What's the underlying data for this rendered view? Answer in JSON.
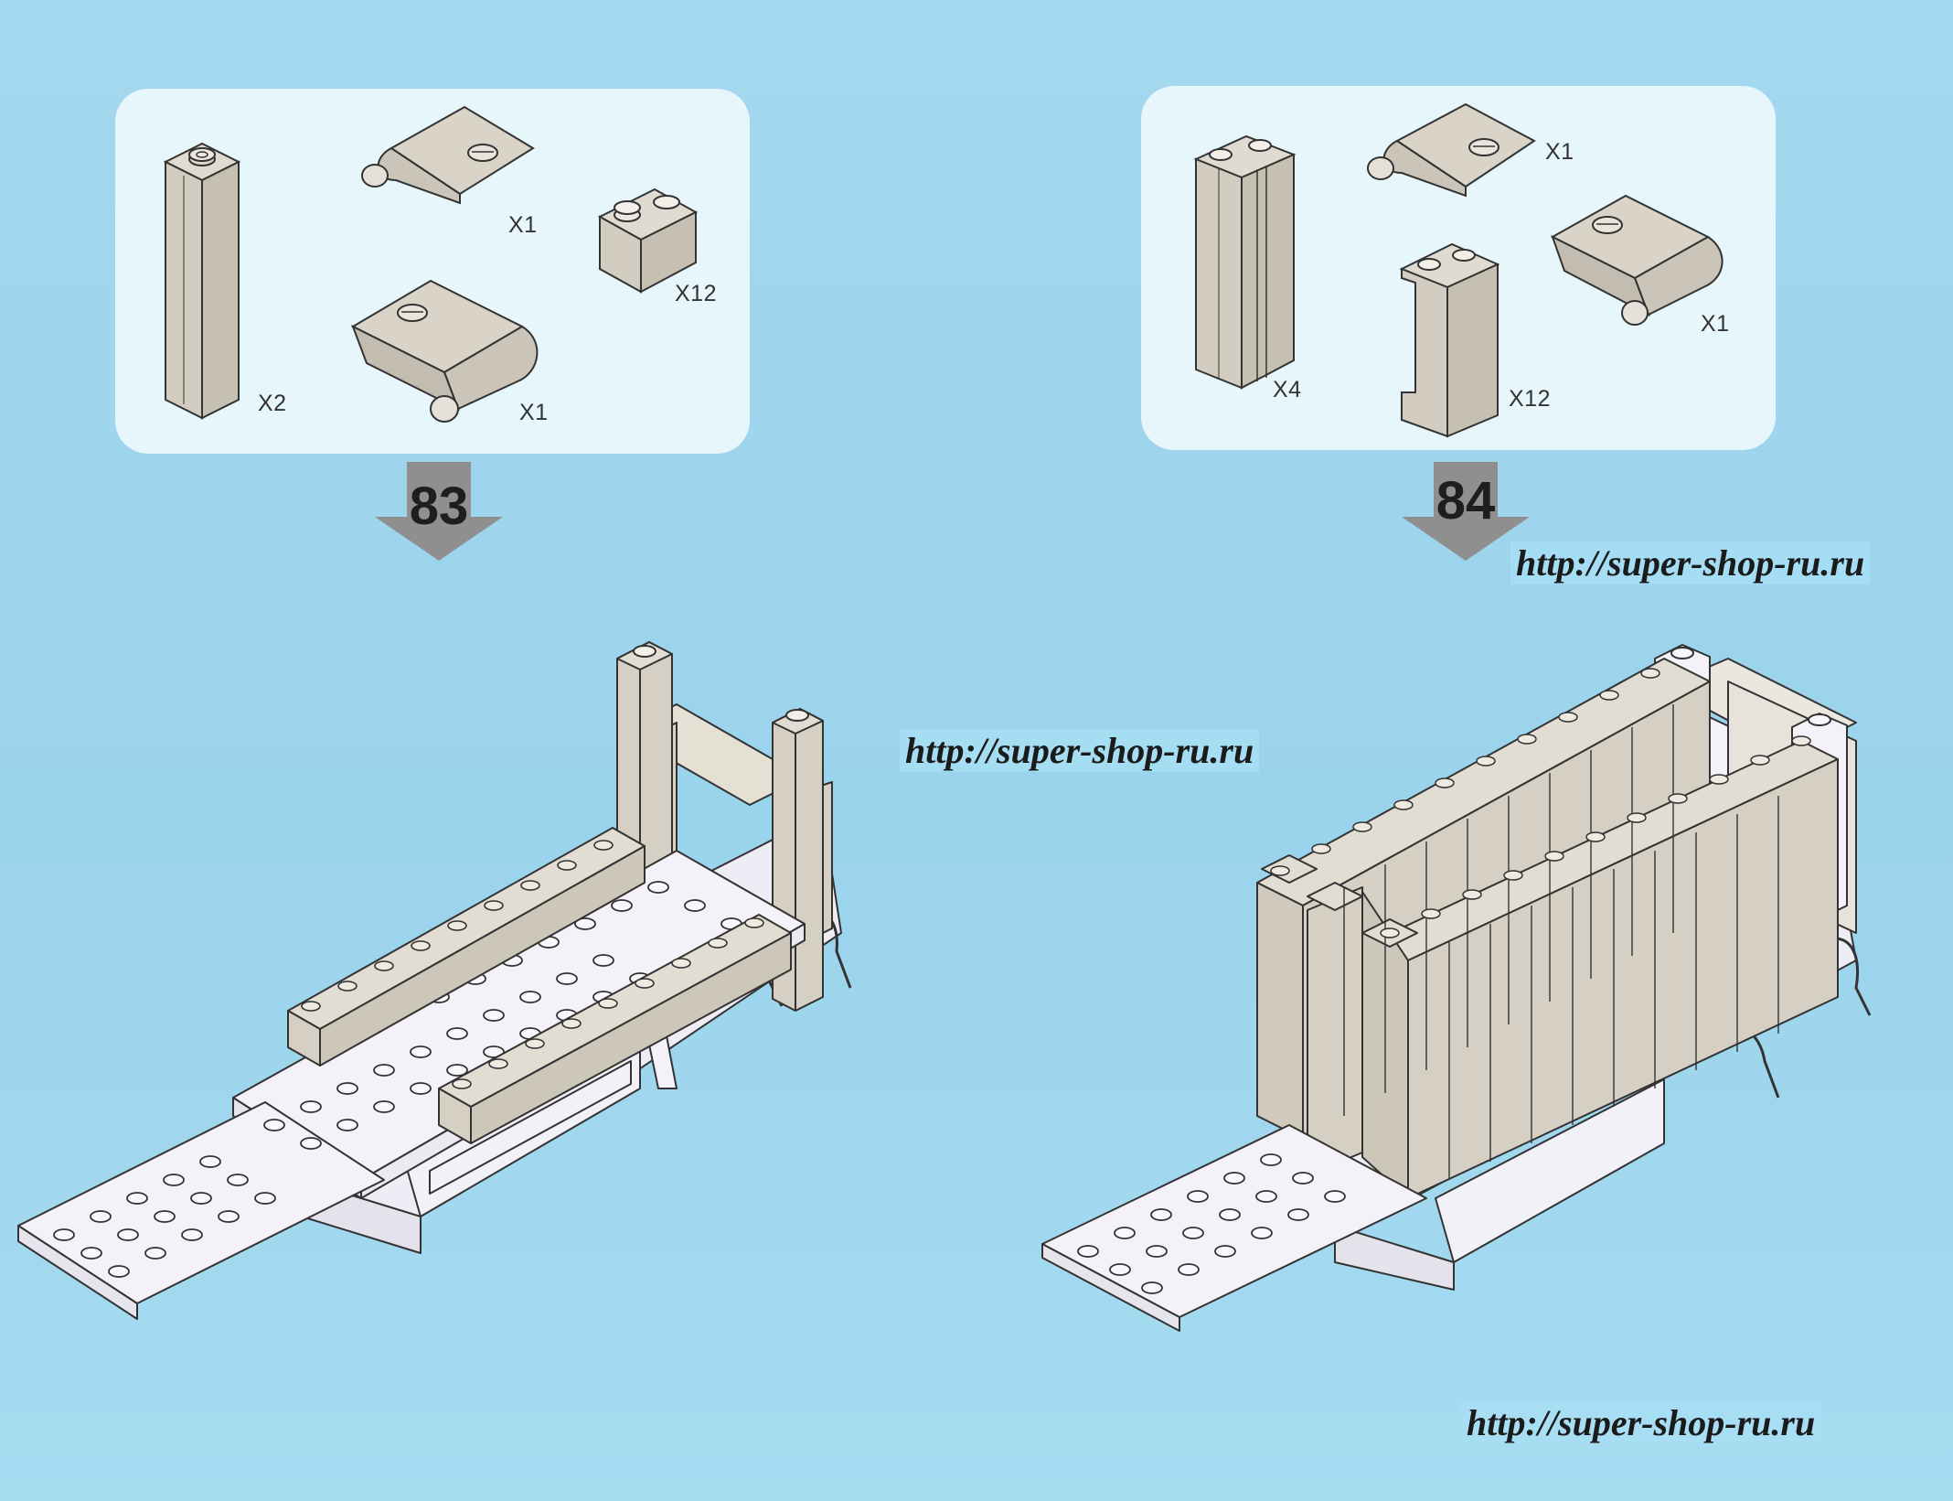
{
  "colors": {
    "background": "#9ad3ec",
    "panel": "#e6f6fb",
    "brick_tan": "#d6d0c4",
    "brick_white": "#f6f4fa",
    "outline": "#3a3a3a",
    "arrow": "#8f8f8f"
  },
  "steps": [
    {
      "number": "83",
      "parts": [
        {
          "icon": "tall-column-brick-icon",
          "qty": "X2"
        },
        {
          "icon": "hinge-plate-icon",
          "qty": "X1"
        },
        {
          "icon": "hinge-plate-curved-icon",
          "qty": "X1"
        },
        {
          "icon": "1x2-brick-icon",
          "qty": "X12"
        }
      ]
    },
    {
      "number": "84",
      "parts": [
        {
          "icon": "grooved-column-brick-icon",
          "qty": "X4"
        },
        {
          "icon": "hinge-plate-icon",
          "qty": "X1"
        },
        {
          "icon": "panel-wall-icon",
          "qty": "X12"
        },
        {
          "icon": "hinge-plate-curved-icon",
          "qty": "X1"
        }
      ]
    }
  ],
  "watermarks": [
    "http://super-shop-ru.ru",
    "http://super-shop-ru.ru",
    "http://super-shop-ru.ru"
  ]
}
